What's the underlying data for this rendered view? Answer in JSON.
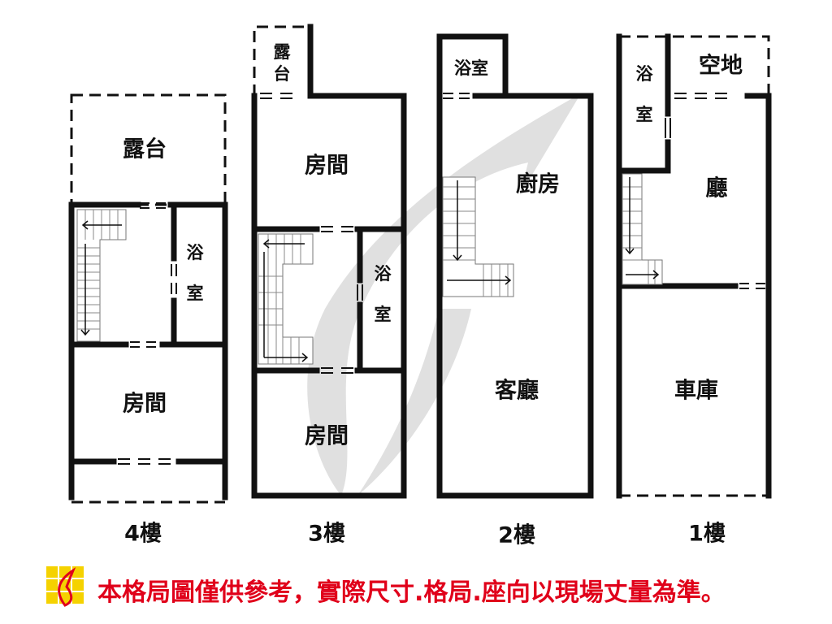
{
  "floors": [
    {
      "label": "4樓",
      "rooms": {
        "terrace": "露台",
        "bath_1": "浴",
        "bath_2": "室",
        "room": "房間"
      }
    },
    {
      "label": "3樓",
      "rooms": {
        "terrace_1": "露",
        "terrace_2": "台",
        "room_top": "房間",
        "bath_1": "浴",
        "bath_2": "室",
        "room_bottom": "房間"
      }
    },
    {
      "label": "2樓",
      "rooms": {
        "bath": "浴室",
        "kitchen": "廚房",
        "living": "客廳"
      }
    },
    {
      "label": "1樓",
      "rooms": {
        "bath_1": "浴",
        "bath_2": "室",
        "yard": "空地",
        "hall": "廳",
        "garage": "車庫"
      }
    }
  ],
  "notice": "本格局圖僅供參考，實際尺寸.格局.座向以現場丈量為準。",
  "colors": {
    "notice": "#e0001a",
    "logo_yellow": "#f5d200",
    "watermark": "#d8d8d8"
  }
}
